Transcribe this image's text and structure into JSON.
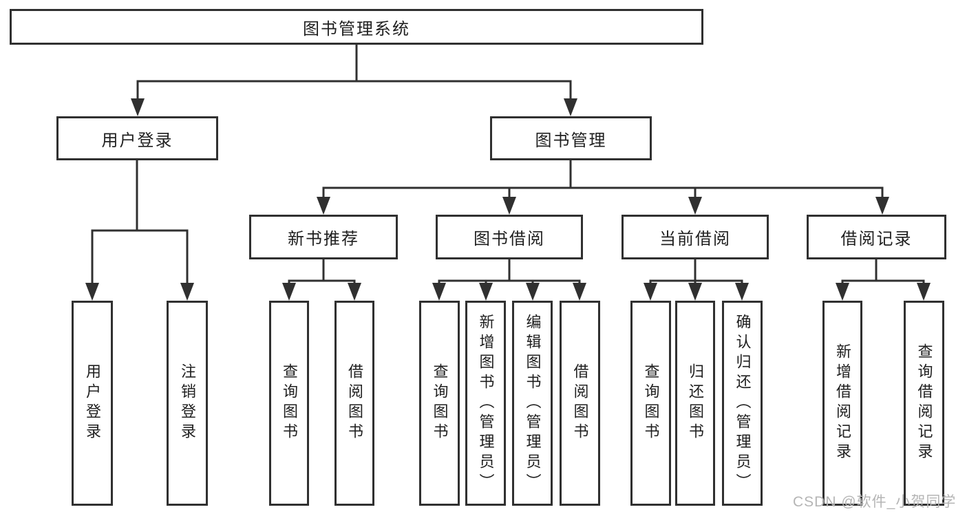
{
  "diagram": {
    "title": "图书管理系统",
    "level2": [
      {
        "label": "用户登录"
      },
      {
        "label": "图书管理"
      }
    ],
    "level3": [
      {
        "label": "新书推荐"
      },
      {
        "label": "图书借阅"
      },
      {
        "label": "当前借阅"
      },
      {
        "label": "借阅记录"
      }
    ],
    "leaves": {
      "user_login": [
        "用户登录",
        "注销登录"
      ],
      "new_book_recommend": [
        "查询图书",
        "借阅图书"
      ],
      "book_borrowing": [
        "查询图书",
        "新增图书（管理员）",
        "编辑图书（管理员）",
        "借阅图书"
      ],
      "current_borrowing": [
        "查询图书",
        "归还图书",
        "确认归还（管理员）"
      ],
      "borrowing_records": [
        "新增借阅记录",
        "查询借阅记录"
      ]
    },
    "watermark": "CSDN @软件_小贺同学",
    "colors": {
      "line": "#303030",
      "text": "#1f1f1f",
      "background": "#ffffff",
      "watermark": "#b5b5b5"
    }
  }
}
